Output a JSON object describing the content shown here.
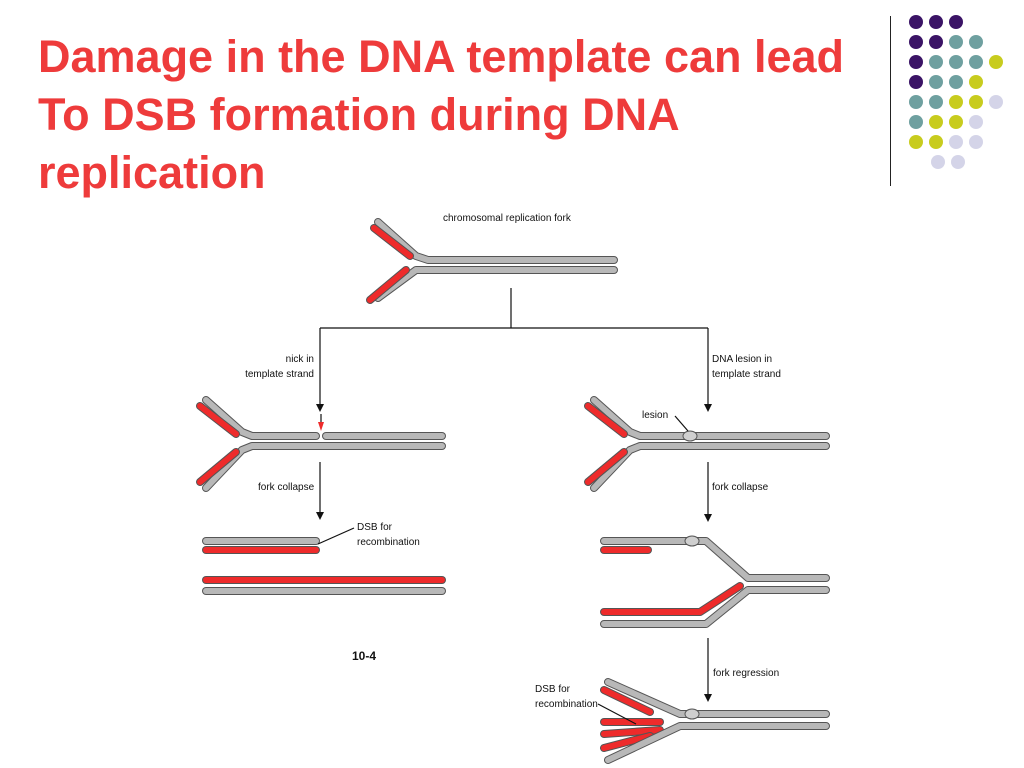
{
  "slide": {
    "title": "Damage in the DNA template can lead To DSB formation during DNA replication"
  },
  "decoration": {
    "dot_rows": [
      [
        "purple",
        "purple",
        "purple"
      ],
      [
        "purple",
        "purple",
        "teal",
        "teal"
      ],
      [
        "purple",
        "teal",
        "teal",
        "teal",
        "lime"
      ],
      [
        "purple",
        "teal",
        "teal",
        "lime"
      ],
      [
        "teal",
        "teal",
        "lime",
        "lime",
        "lavender"
      ],
      [
        "teal",
        "lime",
        "lime",
        "lavender"
      ],
      [
        "lime",
        "lime",
        "lavender",
        "lavender"
      ],
      [
        "lavender",
        "lavender"
      ]
    ],
    "colors": {
      "purple": "#3b1466",
      "teal": "#6fa0a0",
      "lime": "#c8cc1e",
      "lavender": "#d4d4e8"
    }
  },
  "diagram": {
    "colors": {
      "old_strand": "#b8b8b8",
      "new_strand": "#ee2b2b",
      "line": "#111111"
    },
    "labels": {
      "top_fork": "chromosomal replication fork",
      "left_branch": [
        "nick in",
        "template strand"
      ],
      "right_branch": [
        "DNA lesion in",
        "template strand"
      ],
      "lesion": "lesion",
      "left_collapse": "fork collapse",
      "right_collapse": "fork collapse",
      "dsb_left": [
        "DSB for",
        "recombination"
      ],
      "fork_regression": "fork regression",
      "dsb_right": [
        "DSB for",
        "recombination"
      ],
      "figure_number": "10-4"
    }
  }
}
